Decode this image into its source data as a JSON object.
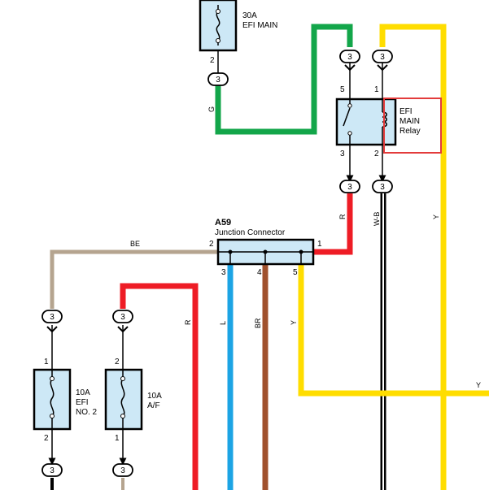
{
  "colors": {
    "green": "#13a64a",
    "yellow": "#ffdd00",
    "red": "#ee1c25",
    "beige": "#b5a48f",
    "blue": "#1ca4e4",
    "brown": "#a0512d",
    "fill": "#cde8f6",
    "highlight": "#e33b3b"
  },
  "fuse_efi_main": {
    "rating": "30A",
    "name": "EFI MAIN",
    "pin": "2",
    "connector": "3"
  },
  "relay": {
    "name_lines": [
      "EFI",
      "MAIN",
      "Relay"
    ],
    "pins": {
      "p5": "5",
      "p1": "1",
      "p3": "3",
      "p2": "2"
    },
    "connector": "3"
  },
  "junction": {
    "id": "A59",
    "name": "Junction Connector",
    "pins": {
      "p2": "2",
      "p1": "1",
      "p3": "3",
      "p4": "4",
      "p5": "5"
    }
  },
  "fuse_efi_no2": {
    "rating": "10A",
    "name_lines": [
      "EFI",
      "NO. 2"
    ],
    "pin_top": "1",
    "pin_bottom": "2",
    "connector": "3"
  },
  "fuse_af": {
    "rating": "10A",
    "name": "A/F",
    "pin_top": "2",
    "pin_bottom": "1",
    "connector": "3"
  },
  "wire_labels": {
    "green": "G",
    "red_relay": "R",
    "white_black": "W-B",
    "yellow_main": "Y",
    "beige": "BE",
    "red_af": "R",
    "blue": "L",
    "brown": "BR",
    "yellow_jc": "Y",
    "yellow_right": "Y"
  }
}
